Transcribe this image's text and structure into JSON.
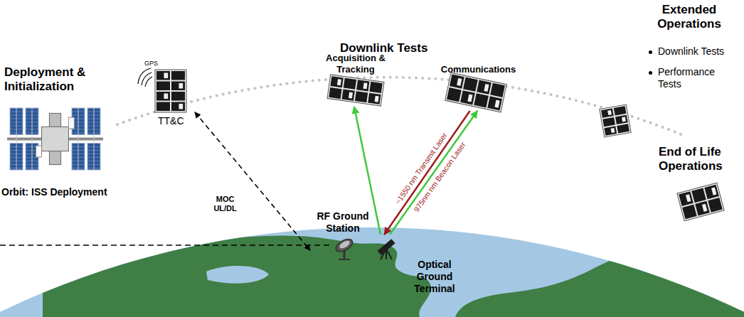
{
  "diagram": {
    "nodes": [
      {
        "text": [
          "Deployment & Initialization",
          "Orbit: ISS Deployment"
        ]
      },
      {
        "text": [
          "TT&C"
        ]
      },
      {
        "text": [
          "Acquisition & Tracking"
        ]
      },
      {
        "text": [
          "Communications"
        ]
      },
      {
        "text": [
          "RF Ground Station"
        ]
      },
      {
        "text": [
          "Optical Ground Terminal"
        ]
      },
      {
        "text": [
          "Extended Operations",
          "Downlink Tests",
          "Performance Tests"
        ]
      },
      {
        "text": [
          "End of Life Operations"
        ]
      }
    ],
    "edges": [
      {
        "from": 1,
        "to": 4,
        "label": "MOC UL/DL",
        "arrow": "both"
      },
      {
        "from": 5,
        "to": 2,
        "arrow": "to"
      },
      {
        "from": 3,
        "to": 5,
        "label": "~1550 nm Transmit Laser",
        "arrow": "to"
      },
      {
        "from": 5,
        "to": 3,
        "label": "975nm nm Beacon Laser",
        "arrow": "to"
      }
    ],
    "labels": [
      "GPS",
      "Downlink Tests"
    ]
  }
}
